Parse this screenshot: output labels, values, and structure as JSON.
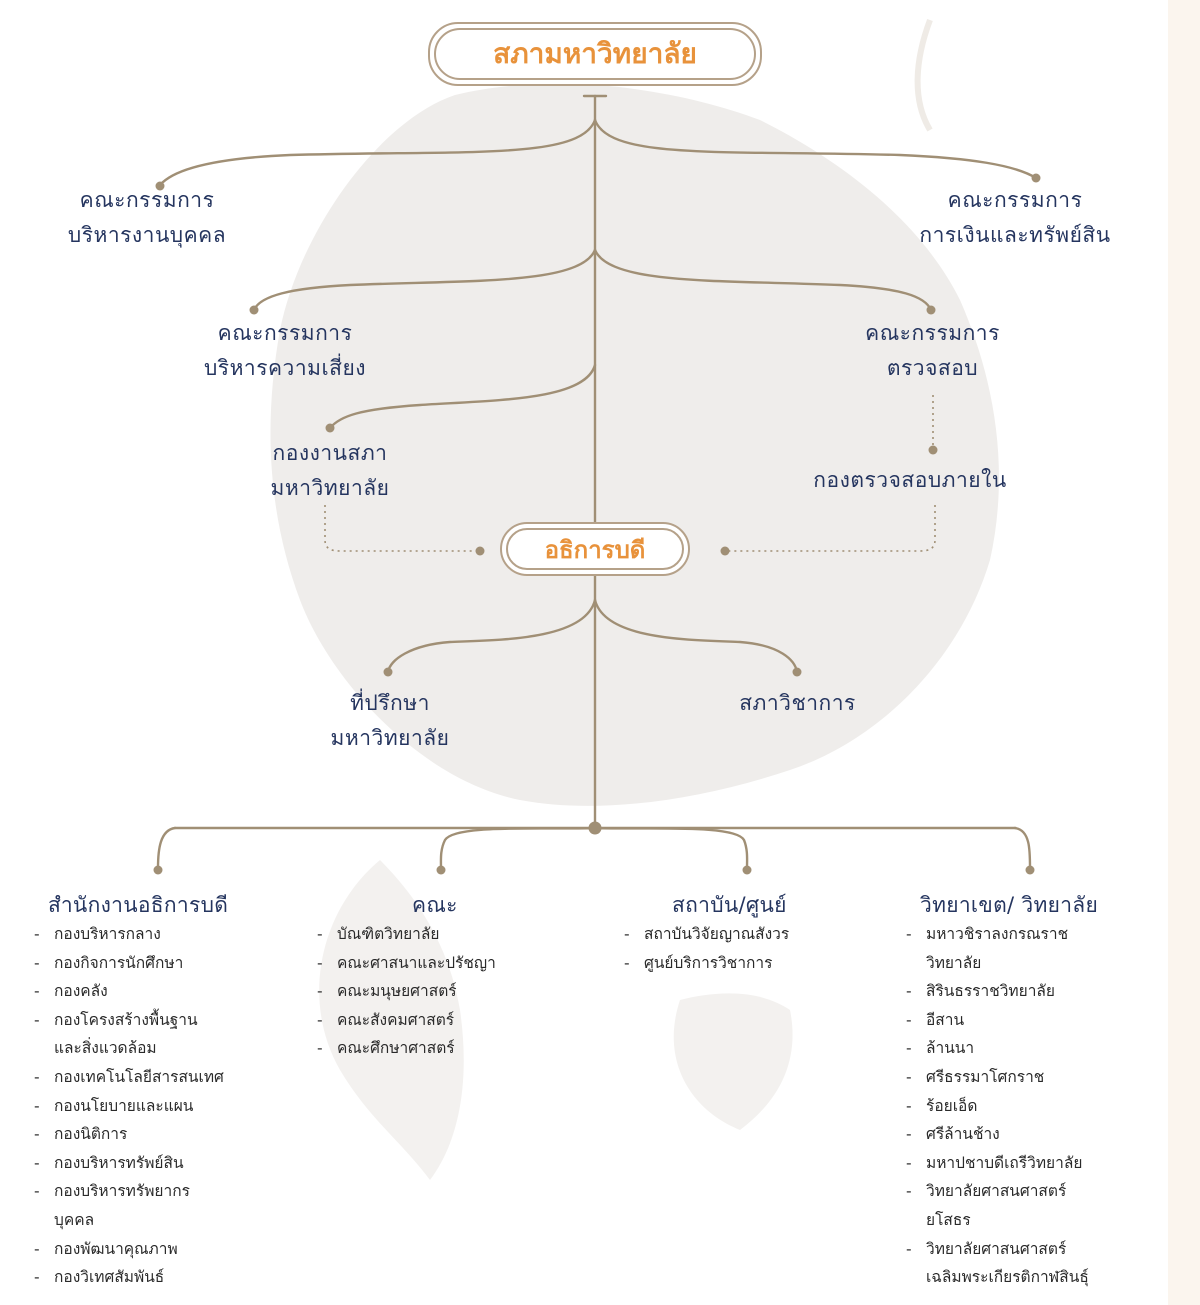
{
  "diagram": {
    "top": "สภามหาวิทยาลัย",
    "president": "อธิการบดี",
    "committees": {
      "personnel": [
        "คณะกรรมการ",
        "บริหารงานบุคคล"
      ],
      "finance": [
        "คณะกรรมการ",
        "การเงินและทรัพย์สิน"
      ],
      "risk": [
        "คณะกรรมการ",
        "บริหารความเสี่ยง"
      ],
      "audit": [
        "คณะกรรมการ",
        "ตรวจสอบ"
      ]
    },
    "council_division": [
      "กองงานสภา",
      "มหาวิทยาลัย"
    ],
    "internal_audit": "กองตรวจสอบภายใน",
    "advisors": [
      "ที่ปรึกษา",
      "มหาวิทยาลัย"
    ],
    "academic_senate": "สภาวิชาการ",
    "columns": [
      {
        "heading": "สำนักงานอธิการบดี",
        "items": [
          "กองบริหารกลาง",
          "กองกิจการนักศึกษา",
          "กองคลัง",
          "กองโครงสร้างพื้นฐาน\nและสิ่งแวดล้อม",
          "กองเทคโนโลยีสารสนเทศ",
          "กองนโยบายและแผน",
          "กองนิติการ",
          "กองบริหารทรัพย์สิน",
          "กองบริหารทรัพยากร\nบุคคล",
          "กองพัฒนาคุณภาพ",
          "กองวิเทศสัมพันธ์"
        ]
      },
      {
        "heading": "คณะ",
        "items": [
          "บัณฑิตวิทยาลัย",
          "คณะศาสนาและปรัชญา",
          "คณะมนุษยศาสตร์",
          "คณะสังคมศาสตร์",
          "คณะศึกษาศาสตร์"
        ]
      },
      {
        "heading": "สถาบัน/ศูนย์",
        "items": [
          "สถาบันวิจัยญาณสังวร",
          "ศูนย์บริการวิชาการ"
        ]
      },
      {
        "heading": "วิทยาเขต/ วิทยาลัย",
        "items": [
          "มหาวชิราลงกรณราช\nวิทยาลัย",
          "สิรินธรราชวิทยาลัย",
          "อีสาน",
          "ล้านนา",
          "ศรีธรรมาโศกราช",
          "ร้อยเอ็ด",
          "ศรีล้านช้าง",
          "มหาปชาบดีเถรีวิทยาลัย",
          "วิทยาลัยศาสนศาสตร์\nยโสธร",
          "วิทยาลัยศาสนศาสตร์\nเฉลิมพระเกียรติกาฬสินธุ์"
        ]
      }
    ]
  },
  "colors": {
    "line": "#a08f75",
    "accent": "#e8923b",
    "text": "#25355f",
    "leaf_bg": "#efedea"
  }
}
